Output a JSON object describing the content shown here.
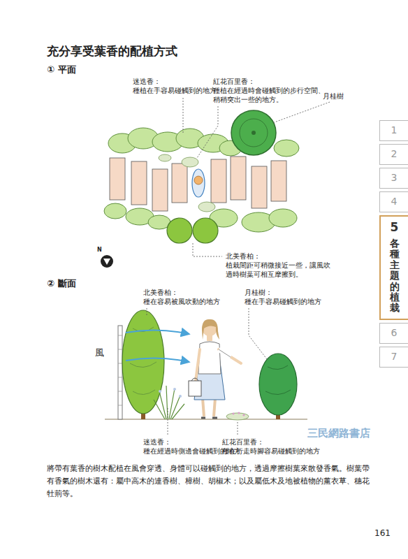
{
  "diagram": {
    "title": "充分享受葉香的配植方式",
    "nodes": [
      {
        "text": [
          "1"
        ]
      },
      {
        "text": [
          "2"
        ]
      },
      {
        "text": [
          "3"
        ]
      },
      {
        "text": [
          "4"
        ]
      },
      {
        "text": [
          "5",
          "各種主題的植栽"
        ]
      },
      {
        "text": [
          "6"
        ]
      },
      {
        "text": [
          "7"
        ]
      }
    ],
    "labels": [
      "① 平面",
      "迷迭香：",
      "種植在手容易碰觸到的地方",
      "紅花百里香：",
      "種植在經過時會碰觸到的步行空間、稍稍突出一些的地方。",
      "月桂樹",
      "N",
      "北美香柏：",
      "植栽間距可稍微接近一些，讓風吹過時樹葉可相互摩擦到。",
      "② 斷面",
      "北美香柏：",
      "種在容易被風吹動的地方",
      "月桂樹：",
      "種在手容易碰觸到的地方",
      "風",
      "迷迭香：",
      "種在經過時側邊會碰觸到的地方",
      "紅花百里香：",
      "種在行走時腳容易碰觸到的地方",
      "將帶有葉香的樹木配植在風會穿透、身體可以碰觸到的地方，透過摩擦樹葉來散發香氣。樹葉帶有香氣的樹木還有：屬中高木的連香樹、樟樹、胡椒木；以及屬低木及地被植物的薰衣草、穗花牡荊等。",
      "三民網路書店",
      "161"
    ]
  }
}
